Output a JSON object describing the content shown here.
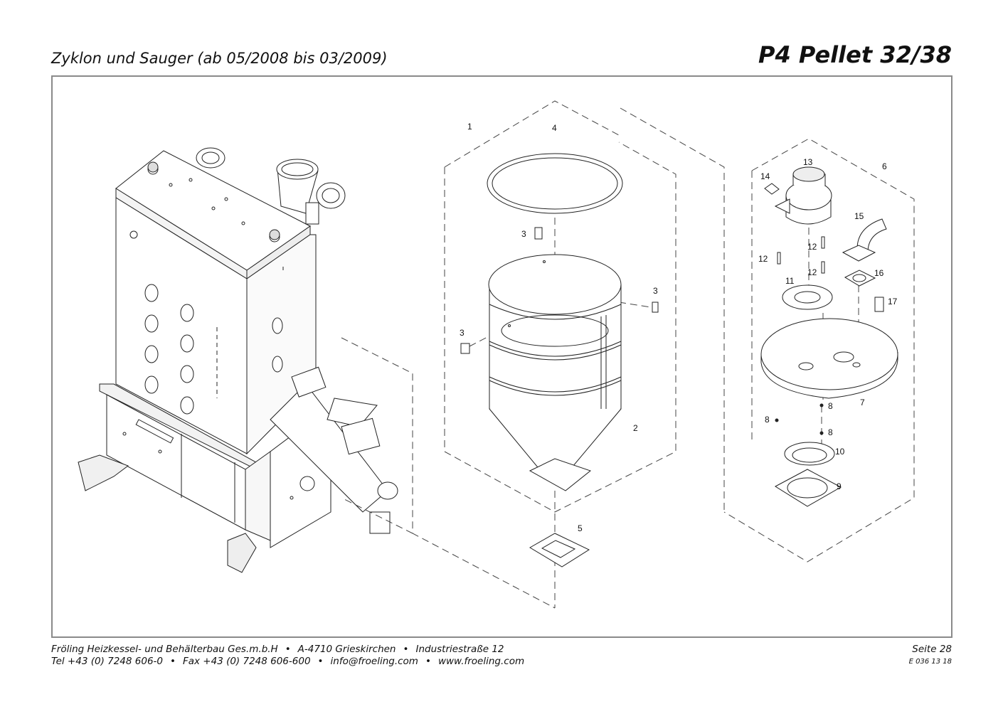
{
  "header": {
    "subtitle": "Zyklon und Sauger (ab 05/2008 bis 03/2009)",
    "model": "P4 Pellet 32/38"
  },
  "footer": {
    "company": "Fröling Heizkessel- und Behälterbau Ges.m.b.H",
    "address": "A-4710 Grieskirchen",
    "street": "Industriestraße 12",
    "tel": "Tel +43 (0) 7248 606-0",
    "fax": "Fax +43 (0) 7248 606-600",
    "email": "info@froeling.com",
    "web": "www.froeling.com",
    "page": "Seite 28",
    "code": "E 036 13 18"
  },
  "parts": {
    "p1": "1",
    "p2": "2",
    "p3a": "3",
    "p3b": "3",
    "p3c": "3",
    "p4": "4",
    "p5": "5",
    "p6": "6",
    "p7": "7",
    "p8a": "8",
    "p8b": "8",
    "p8c": "8",
    "p9": "9",
    "p10": "10",
    "p11": "11",
    "p12a": "12",
    "p12b": "12",
    "p12c": "12",
    "p13": "13",
    "p14": "14",
    "p15": "15",
    "p16": "16",
    "p17": "17"
  },
  "icons": {
    "boiler": "boiler-unit-drawing",
    "cyclone": "cyclone-drawing",
    "suction": "suction-turbine-drawing"
  }
}
